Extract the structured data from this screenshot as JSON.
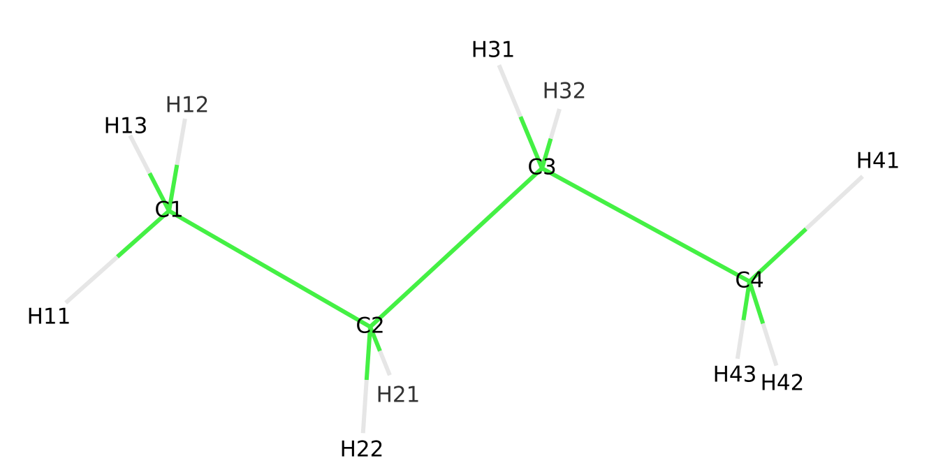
{
  "molecule": {
    "colors": {
      "carbon_bond": "#44f044",
      "hydrogen_bond": "#e6e6e6",
      "label": "#000000",
      "background": "#ffffff"
    },
    "atoms": [
      {
        "id": "C1",
        "label": "C1",
        "element": "C"
      },
      {
        "id": "C2",
        "label": "C2",
        "element": "C"
      },
      {
        "id": "C3",
        "label": "C3",
        "element": "C"
      },
      {
        "id": "C4",
        "label": "C4",
        "element": "C"
      },
      {
        "id": "H11",
        "label": "H11",
        "element": "H"
      },
      {
        "id": "H12",
        "label": "H12",
        "element": "H"
      },
      {
        "id": "H13",
        "label": "H13",
        "element": "H"
      },
      {
        "id": "H21",
        "label": "H21",
        "element": "H"
      },
      {
        "id": "H22",
        "label": "H22",
        "element": "H"
      },
      {
        "id": "H31",
        "label": "H31",
        "element": "H"
      },
      {
        "id": "H32",
        "label": "H32",
        "element": "H"
      },
      {
        "id": "H41",
        "label": "H41",
        "element": "H"
      },
      {
        "id": "H42",
        "label": "H42",
        "element": "H"
      },
      {
        "id": "H43",
        "label": "H43",
        "element": "H"
      }
    ],
    "bonds": [
      [
        "C1",
        "C2"
      ],
      [
        "C2",
        "C3"
      ],
      [
        "C3",
        "C4"
      ],
      [
        "C1",
        "H11"
      ],
      [
        "C1",
        "H12"
      ],
      [
        "C1",
        "H13"
      ],
      [
        "C2",
        "H21"
      ],
      [
        "C2",
        "H22"
      ],
      [
        "C3",
        "H31"
      ],
      [
        "C3",
        "H32"
      ],
      [
        "C4",
        "H41"
      ],
      [
        "C4",
        "H42"
      ],
      [
        "C4",
        "H43"
      ]
    ]
  }
}
